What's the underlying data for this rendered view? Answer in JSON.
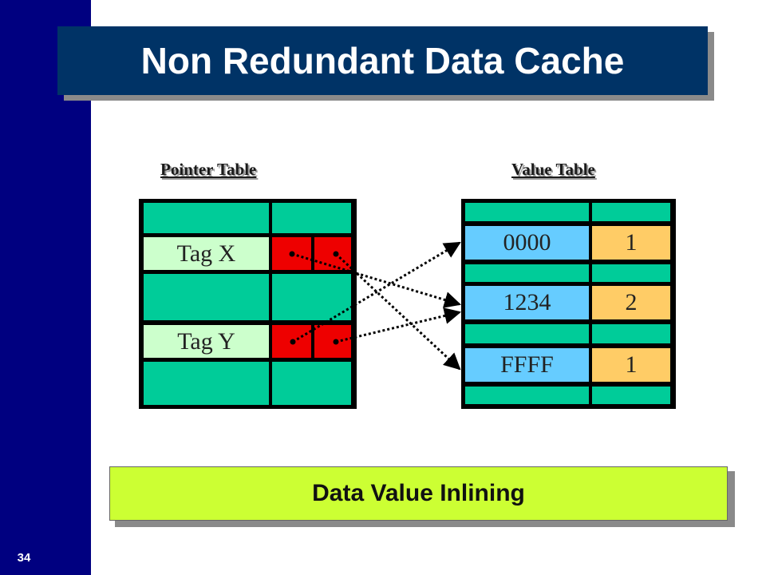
{
  "slide": {
    "title": "Non Redundant Data Cache",
    "page_number": "34",
    "footer": "Data Value Inlining"
  },
  "pointer_table": {
    "label": "Pointer Table",
    "tags": [
      "Tag X",
      "Tag Y"
    ]
  },
  "value_table": {
    "label": "Value Table",
    "rows": [
      {
        "value": "0000",
        "count": "1"
      },
      {
        "value": "1234",
        "count": "2"
      },
      {
        "value": "FFFF",
        "count": "1"
      }
    ]
  },
  "colors": {
    "sidebar": "#000080",
    "title_bg": "#003366",
    "cell_green": "#00cc99",
    "tag_light_green": "#ccffcc",
    "pointer_red": "#ee0000",
    "value_blue": "#66ccff",
    "count_orange": "#ffcc66",
    "footer_bg": "#ccff33"
  }
}
